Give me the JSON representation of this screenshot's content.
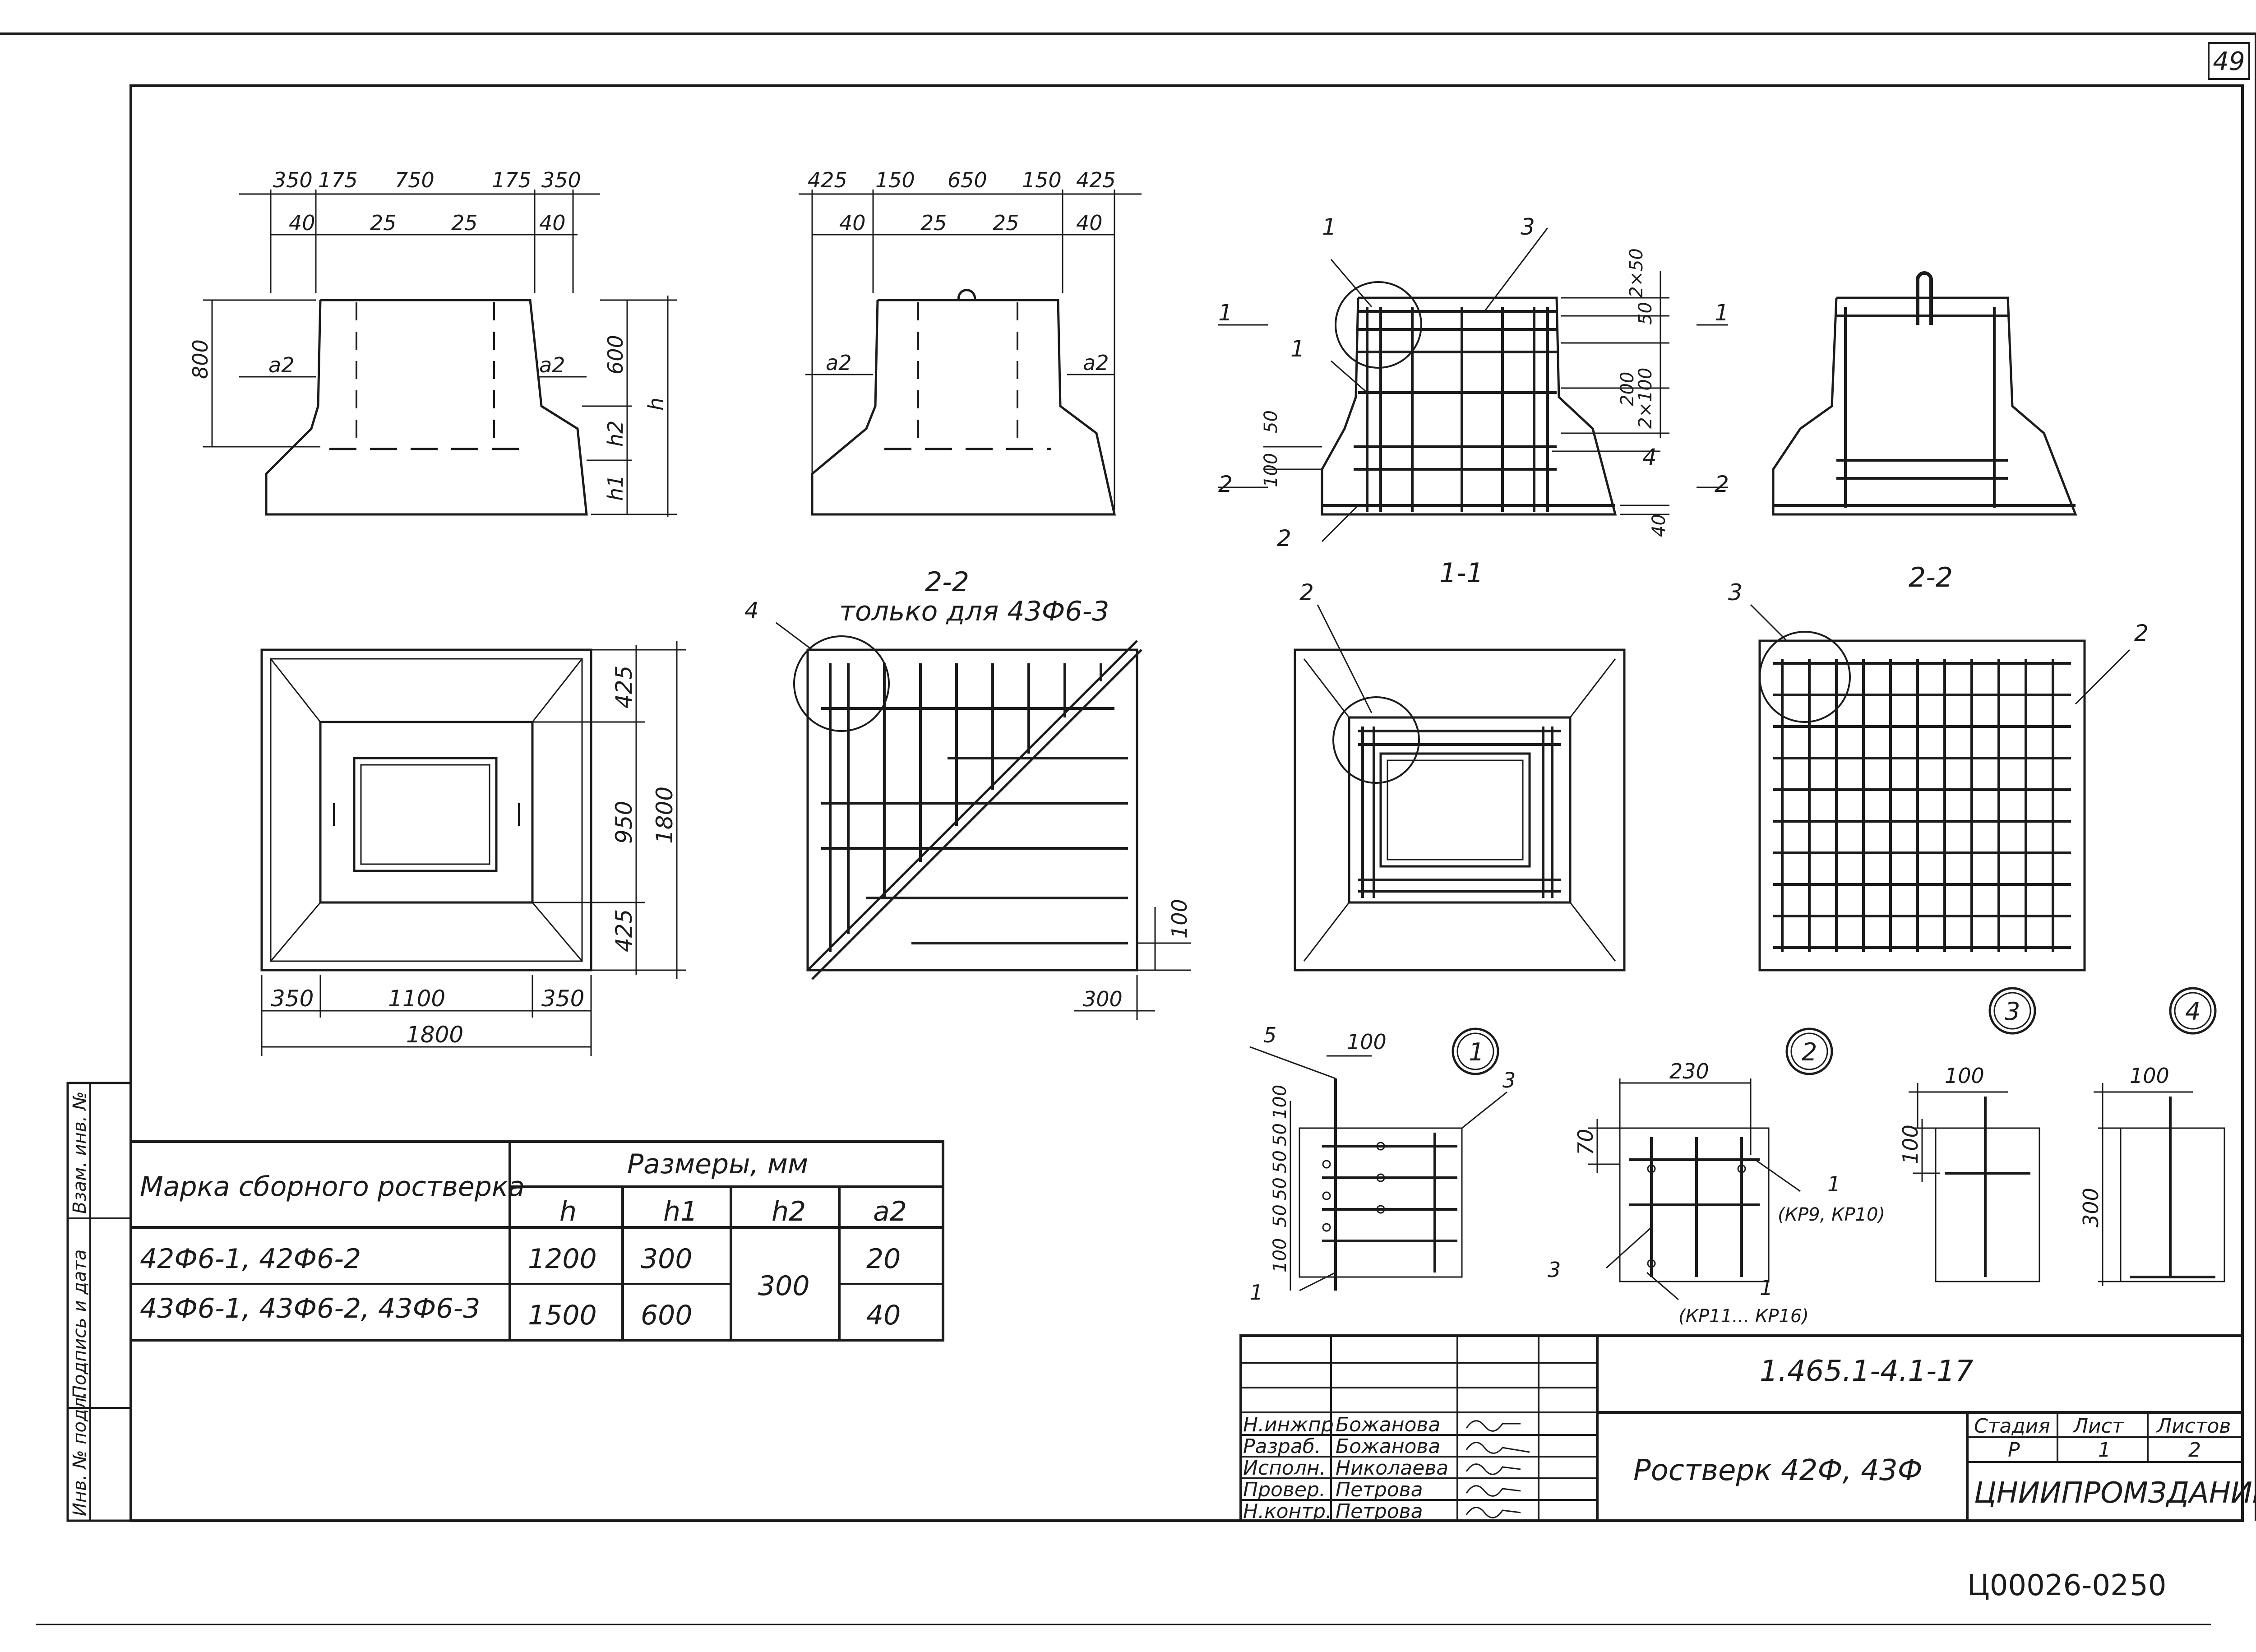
{
  "sheet": {
    "corner_number": "49",
    "doc_code": "1.465.1-4.1-17",
    "stamp_code": "Ц00026-02",
    "stamp_page": "50"
  },
  "left_strip": [
    "Инв. № подл.",
    "Подпись и дата",
    "Взам. инв. №"
  ],
  "views": {
    "elev_a": {
      "dims_top": [
        "350",
        "175",
        "750",
        "175",
        "350"
      ],
      "dims_sub": [
        "40",
        "25",
        "25",
        "40"
      ],
      "dims_left": [
        "800"
      ],
      "dims_right": [
        "600",
        "h2",
        "h1",
        "h"
      ],
      "a2_left": "a2",
      "a2_right": "a2"
    },
    "elev_b": {
      "dims_top": [
        "425",
        "150",
        "650",
        "150",
        "425"
      ],
      "dims_sub": [
        "40",
        "25",
        "25",
        "40"
      ],
      "a2_left": "a2",
      "a2_right": "a2"
    },
    "elev_c": {
      "callouts": [
        "1",
        "3",
        "1",
        "4",
        "2"
      ],
      "section_marks": [
        "1",
        "1",
        "2",
        "2"
      ],
      "dims_right": [
        "2×50",
        "50",
        "200",
        "2×100"
      ],
      "dims_left": [
        "50",
        "100"
      ],
      "dim_bottom": "40"
    },
    "plan_a": {
      "dims_right": [
        "425",
        "950",
        "425",
        "1800"
      ],
      "dims_bottom": [
        "350",
        "1100",
        "350"
      ],
      "dim_total": "1800"
    },
    "plan_b": {
      "title": "2-2",
      "subtitle": "только для 43Ф6-3",
      "callout": "4",
      "dim_right": "100",
      "dim_bottom": "300"
    },
    "plan_c": {
      "title": "1-1",
      "callout": "2"
    },
    "plan_d": {
      "title": "2-2",
      "callouts": [
        "3",
        "2"
      ]
    }
  },
  "details": {
    "d1": {
      "label": "1",
      "dims_top": [
        "100"
      ],
      "dims_left": [
        "100",
        "50",
        "50",
        "50",
        "50",
        "100"
      ],
      "callouts": [
        "5",
        "3",
        "1"
      ]
    },
    "d2": {
      "label": "2",
      "dims_top": [
        "230"
      ],
      "dims_left": [
        "70"
      ],
      "callouts": [
        "1",
        "3",
        "1"
      ],
      "notes": [
        "(КР9, КР10)",
        "(КР11... КР16)"
      ]
    },
    "d3": {
      "label": "3",
      "dims_top": [
        "100"
      ],
      "dims_left": [
        "100"
      ]
    },
    "d4": {
      "label": "4",
      "dims_top": [
        "100"
      ],
      "dims_left": [
        "300"
      ]
    }
  },
  "table": {
    "header_col1": "Марка сборного ростверка",
    "header_group": "Размеры, мм",
    "subheaders": [
      "h",
      "h1",
      "h2",
      "a2"
    ],
    "rows": [
      {
        "mark": "42Ф6-1, 42Ф6-2",
        "h": "1200",
        "h1": "300",
        "a2": "20"
      },
      {
        "mark": "43Ф6-1, 43Ф6-2, 43Ф6-3",
        "h": "1500",
        "h1": "600",
        "a2": "40"
      }
    ],
    "h2_merged": "300"
  },
  "title_block": {
    "roles": [
      "Н.инжпр",
      "Разраб.",
      "Исполн.",
      "Провер.",
      "Н.контр."
    ],
    "names": [
      "Божанова",
      "Божанова",
      "Николаева",
      "Петрова",
      "Петрова"
    ],
    "doc_title": "Ростверк 42Ф, 43Ф",
    "stage_header": "Стадия",
    "sheet_header": "Лист",
    "sheets_header": "Листов",
    "stage": "Р",
    "sheet": "1",
    "sheets": "2",
    "org": "ЦНИИПРОМЗДАНИЙ"
  }
}
